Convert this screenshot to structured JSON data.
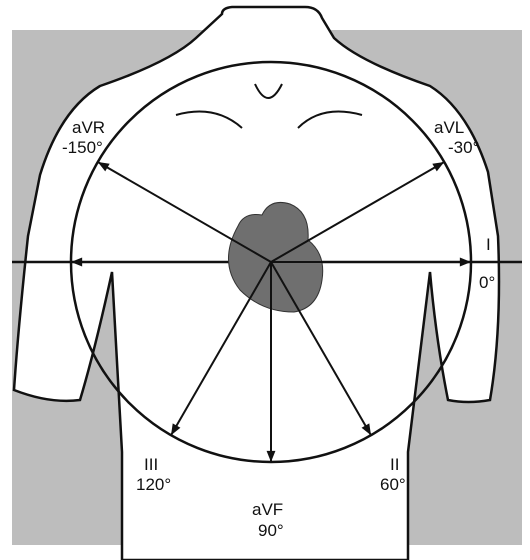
{
  "colors": {
    "background_panel": "#bdbdbd",
    "body": "#ffffff",
    "line": "#111111",
    "heart": "#6f6f6f"
  },
  "leads": [
    {
      "id": "avr",
      "name": "aVR",
      "angle": "-150°",
      "degrees": -150
    },
    {
      "id": "avl",
      "name": "aVL",
      "angle": "-30°",
      "degrees": -30
    },
    {
      "id": "i",
      "name": "I",
      "angle": "0°",
      "degrees": 0
    },
    {
      "id": "ii",
      "name": "II",
      "angle": "60°",
      "degrees": 60
    },
    {
      "id": "avf",
      "name": "aVF",
      "angle": "90°",
      "degrees": 90
    },
    {
      "id": "iii",
      "name": "III",
      "angle": "120°",
      "degrees": 120
    }
  ]
}
